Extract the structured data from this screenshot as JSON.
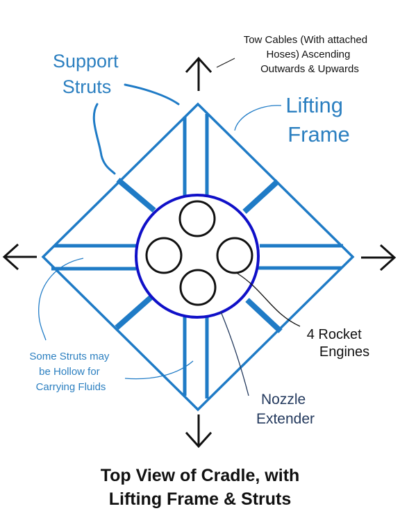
{
  "labels": {
    "support_struts": [
      "Support",
      "Struts"
    ],
    "tow_cables": [
      "Tow Cables (With attached",
      "Hoses) Ascending",
      "Outwards & Upwards"
    ],
    "lifting_frame": [
      "Lifting",
      "Frame"
    ],
    "rocket_engines": [
      "4 Rocket",
      "Engines"
    ],
    "hollow_struts": [
      "Some Struts may",
      "be Hollow for",
      "Carrying Fluids"
    ],
    "nozzle_extender": [
      "Nozzle",
      "Extender"
    ]
  },
  "caption": [
    "Top View of Cradle, with",
    "Lifting Frame & Struts"
  ],
  "colors": {
    "frame_blue": "#1f7bc6",
    "label_blue": "#2b7fc0",
    "nozzle_ring": "#1010c8",
    "dark_navy": "#23395d",
    "ink": "#111111"
  },
  "icons": [
    "arrow-up-icon",
    "arrow-down-icon",
    "arrow-left-icon",
    "arrow-right-icon"
  ]
}
